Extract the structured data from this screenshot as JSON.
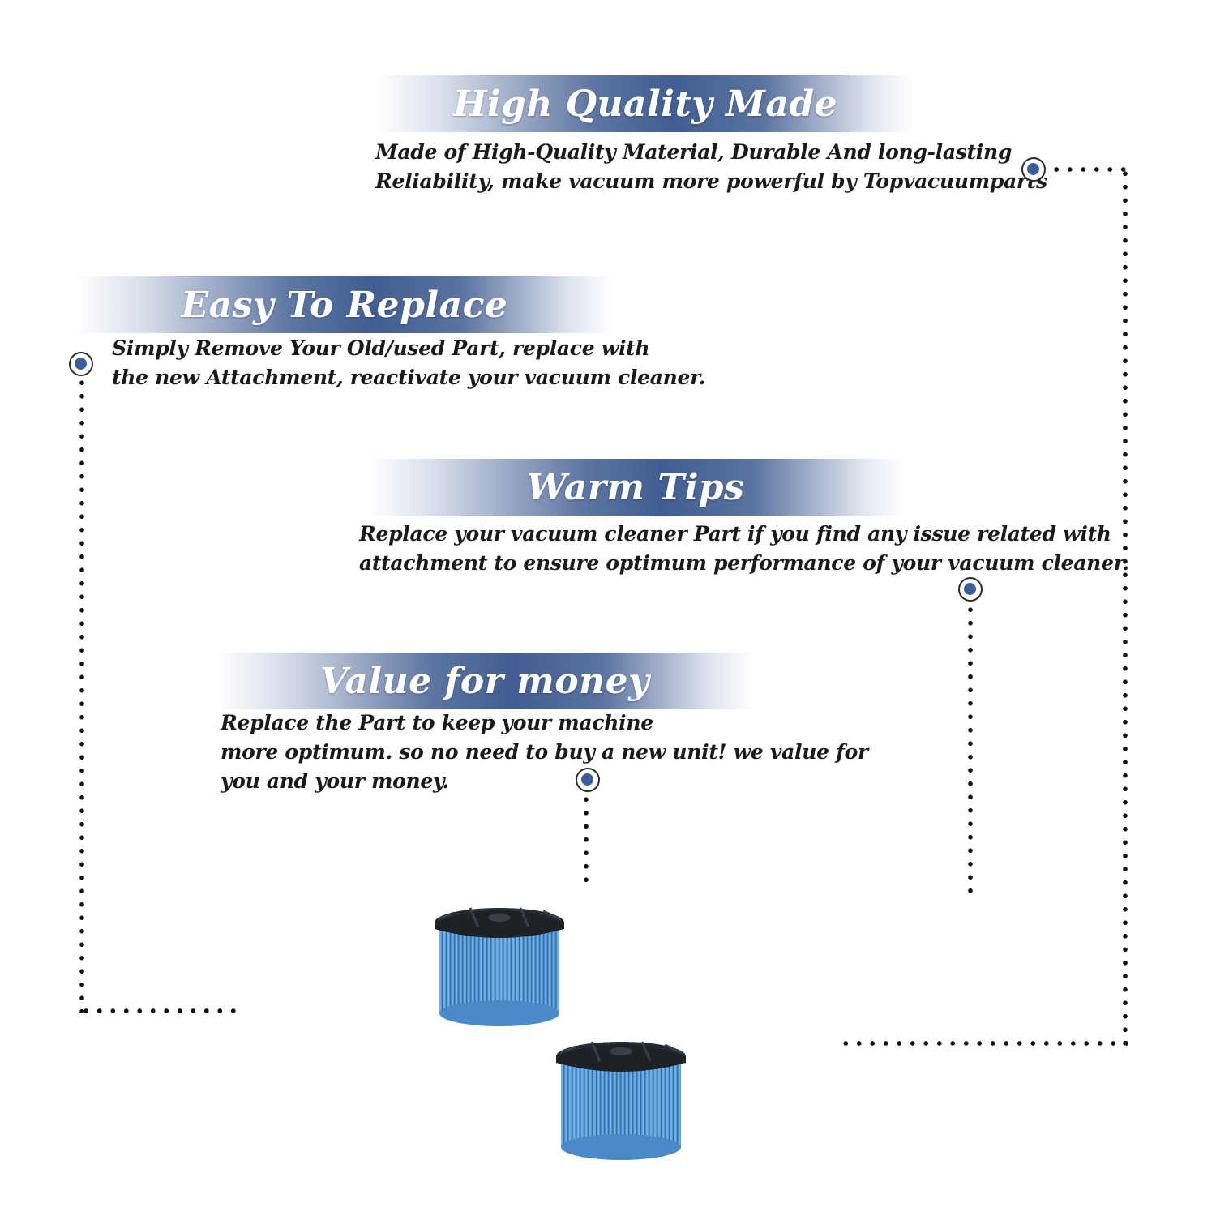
{
  "sections": {
    "high_quality": {
      "title": "High Quality Made",
      "lines": [
        "Made of  High-Quality Material, Durable And long-lasting",
        "Reliability, make vacuum more powerful by Topvacuumparts"
      ]
    },
    "easy_replace": {
      "title": "Easy To Replace",
      "lines": [
        "Simply Remove Your Old/used Part, replace with",
        "the new Attachment, reactivate your vacuum cleaner."
      ]
    },
    "warm_tips": {
      "title": "Warm Tips",
      "lines": [
        "Replace your vacuum cleaner Part if you find any issue related with",
        " attachment to ensure optimum performance of your vacuum cleaner."
      ]
    },
    "value_money": {
      "title": "Value for money",
      "lines": [
        "Replace the Part to keep your machine",
        "more optimum. so no need to buy a new unit! we value for",
        "you and your money."
      ]
    }
  },
  "colors": {
    "banner_blue": "#405e92",
    "marker_blue": "#3a5e98",
    "filter_blue": "#5b9bd5",
    "filter_cap": "#262a30"
  },
  "product": {
    "icon": "vacuum-filter-pair"
  }
}
